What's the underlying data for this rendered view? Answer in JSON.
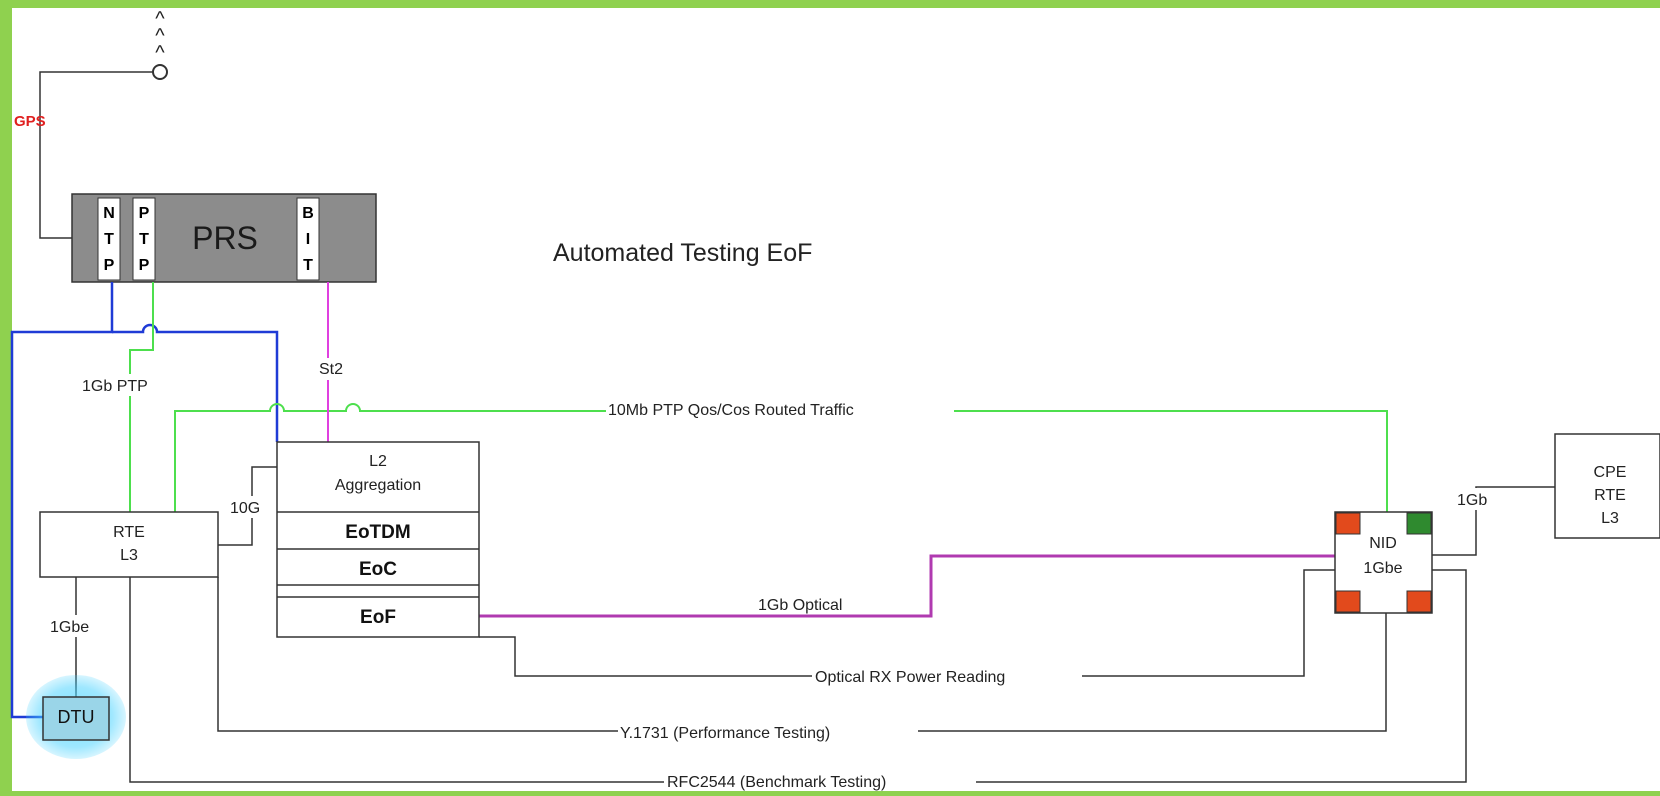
{
  "title": "Automated Testing EoF",
  "antenna": {
    "symbol": "^"
  },
  "prs": {
    "label": "PRS",
    "ntp": [
      "N",
      "T",
      "P"
    ],
    "ptp": [
      "P",
      "T",
      "P"
    ],
    "bit": [
      "B",
      "I",
      "T"
    ]
  },
  "labels": {
    "gps": "GPS",
    "ptp_1gb": "1Gb PTP",
    "st2": "St2",
    "ten_g": "10G",
    "one_gbe": "1Gbe",
    "one_gb": "1Gb",
    "traffic_10mb": "10Mb PTP Qos/Cos Routed Traffic",
    "optical_1gb": "1Gb Optical",
    "optical_rx": "Optical RX Power Reading",
    "y1731": "Y.1731 (Performance Testing)",
    "rfc2544": "RFC2544 (Benchmark Testing)"
  },
  "rte": {
    "line1": "RTE",
    "line2": "L3"
  },
  "l2": {
    "line1": "L2",
    "line2": "Aggregation",
    "eotdm": "EoTDM",
    "eoc": "EoC",
    "eof": "EoF"
  },
  "dtu": {
    "label": "DTU"
  },
  "nid": {
    "line1": "NID",
    "line2": "1Gbe"
  },
  "cpe": {
    "line1": "CPE",
    "line2": "RTE",
    "line3": "L3"
  },
  "colors": {
    "border": "#8fd14f",
    "blue": "#1f3bd6",
    "green": "#4ddf4d",
    "magenta": "#b03ab0",
    "pink": "#e040e0",
    "gray": "#808080",
    "gps_text": "#e02020",
    "dtu_fill": "#9ad5e8",
    "nid_red": "#e24a1c",
    "nid_green": "#2f8a2f"
  }
}
